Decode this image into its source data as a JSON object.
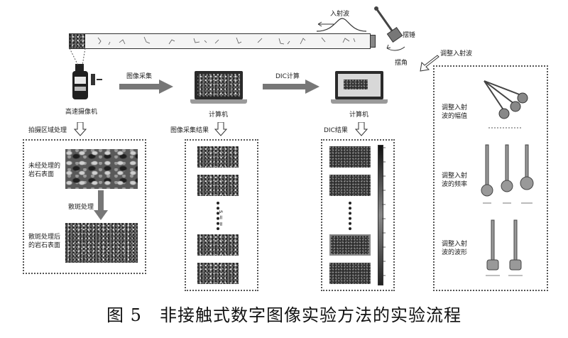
{
  "labels": {
    "incident_wave": "入射波",
    "pendulum_rod": "摆锤",
    "swing_angle": "摆角",
    "adjust_incident": "调整入射波",
    "image_acquisition": "图像采集",
    "dic_calc": "DIC计算",
    "high_speed_camera": "高速摄像机",
    "computer_1": "计算机",
    "computer_2": "计算机",
    "speckle_processing": "拍摄区域处理",
    "acquisition_result": "图像采集结果",
    "dic_result": "DIC结果",
    "unprocessed_rock_1": "未经处理的",
    "unprocessed_rock_2": "岩石表面",
    "speckle_step": "散斑处理",
    "processed_rock_1": "散斑处理后",
    "processed_rock_2": "的岩石表面",
    "adjust_amplitude_1": "调整入射",
    "adjust_amplitude_2": "波的幅值",
    "adjust_frequency_1": "调整入射",
    "adjust_frequency_2": "波的频率",
    "adjust_waveform_1": "调整入射",
    "adjust_waveform_2": "波的波形",
    "ellipsis_label": "s = ∞"
  },
  "caption": "图 5　非接触式数字图像实验方法的实验流程"
}
